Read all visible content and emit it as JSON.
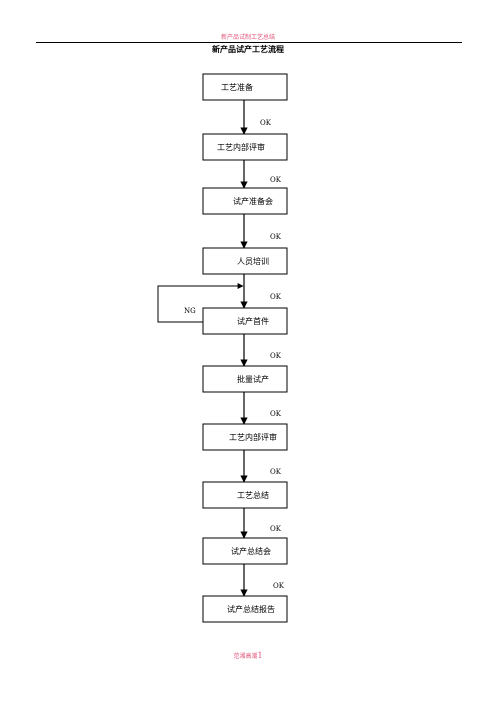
{
  "header": {
    "text": "新产品试制工艺总结"
  },
  "title": "新产品试产工艺流程",
  "steps": [
    {
      "label": "工艺准备",
      "ok": "OK"
    },
    {
      "label": "工艺内部评审",
      "ok": "OK"
    },
    {
      "label": "试产准备会",
      "ok": "OK"
    },
    {
      "label": "人员培训",
      "ok": "OK"
    },
    {
      "label": "试产首件",
      "ok": "OK"
    },
    {
      "label": "批量试产",
      "ok": "OK"
    },
    {
      "label": "工艺内部评审",
      "ok": "OK"
    },
    {
      "label": "工艺总结",
      "ok": "OK"
    },
    {
      "label": "试产总结会",
      "ok": "OK"
    },
    {
      "label": "试产总结报告"
    }
  ],
  "loop": {
    "label": "NG"
  },
  "footer": {
    "text": "范湘高潮",
    "page": "1"
  }
}
